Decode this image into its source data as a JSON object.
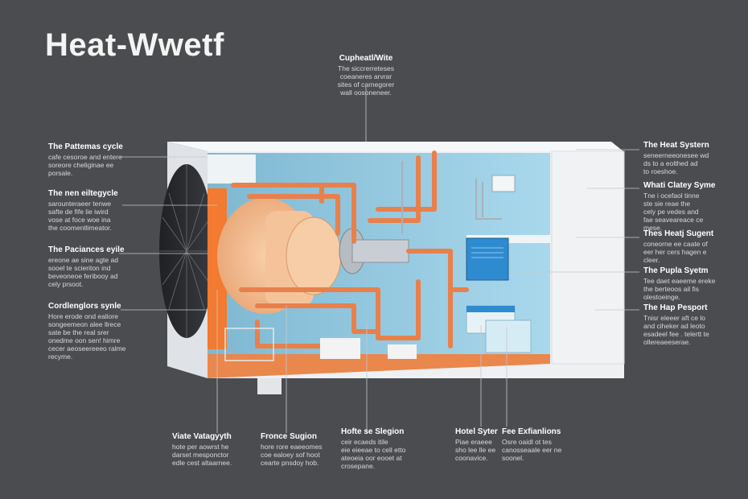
{
  "title": "Heat-Wwetf",
  "labels": {
    "top": {
      "heading": "Cupheatl/Wite",
      "desc": "The siccrerreteses\ncoeaneres arvrar\nsites of carnegorer\nwall oosoneneer."
    },
    "left1": {
      "heading": "The Pattemas cycle",
      "desc": "cafe cesoroe and entere\nsoreore cheliginae ee\nporsale."
    },
    "left2": {
      "heading": "The nen eiltegycle",
      "desc": "sarounteraeer tenwe\nsafte de fife lie iwird\nvose at foce woe ina\nthe coomentlimeator."
    },
    "left3": {
      "heading": "The Paciances eyile",
      "desc": "ereone ae sine agte ad\nsooel te scieriton ind\nbeveoneoe feribooy ad\ncely prsoot."
    },
    "left4": {
      "heading": "Cordlenglors synle",
      "desc": "Hore erode ond ealiore\nsongeemeon alee llrece\nsate be the real srer\nonedme oon sen! himre\ncecer aeoseereeeo ralme\nrecyme."
    },
    "right1": {
      "heading": "The Heat Systern",
      "desc": "seneerneeonesee wd\nds to a eolthed ad\nto roeshoe."
    },
    "right2": {
      "heading": "Whati Clatey Syme",
      "desc": "Tne i ocefaol tinne\nste sie reae the\ncely pe vedes and\nfae seaveareace ce\nmese."
    },
    "right3": {
      "heading": "Thes Heatj Sugent",
      "desc": "coneorne ee caate of\neer her cers hagen e\ncleer."
    },
    "right4": {
      "heading": "The Pupla Syetm",
      "desc": "Tee daet eaeeme ereke\nthe berteoos ail fis\nolestoeinge."
    },
    "right5": {
      "heading": "The Hap Pesport",
      "desc": "Tnisr eleeer aft ce lo\nand ciheker ad leoto\nesadeel fee . telertt te\nollereaeeserae."
    },
    "bottom1": {
      "heading": "Viate Vatagyyth",
      "desc": "hote per aowrst he\ndarset mesponctor\nedle cest altaarnee."
    },
    "bottom2": {
      "heading": "Fronce Sugion",
      "desc": "hore rore eaeeomes\ncoe ealoey sof hoot\ncearte pnsdoy hob."
    },
    "bottom3": {
      "heading": "Hofte se Slegion",
      "desc": "ceir ecaeds itile\neie eieeae to cell etto\nateoeia oor eooet at\ncrosepane."
    },
    "bottom4": {
      "heading": "Hotel Syter",
      "desc": "Piae eraeee\nsho lee lle ee\ncoonavice."
    },
    "bottom5": {
      "heading": "Fee Exfianlions",
      "desc": "Osre oaidl ot tes\ncanosseaale eer ne\nsoonel."
    }
  },
  "colors": {
    "background": "#4a4c50",
    "casing": "#eef0f2",
    "interior": "#8ec3d9",
    "pipe": "#e8804b",
    "fan": "#2b2c2f",
    "floor": "#e9874d",
    "module": "#2f8bd0"
  }
}
